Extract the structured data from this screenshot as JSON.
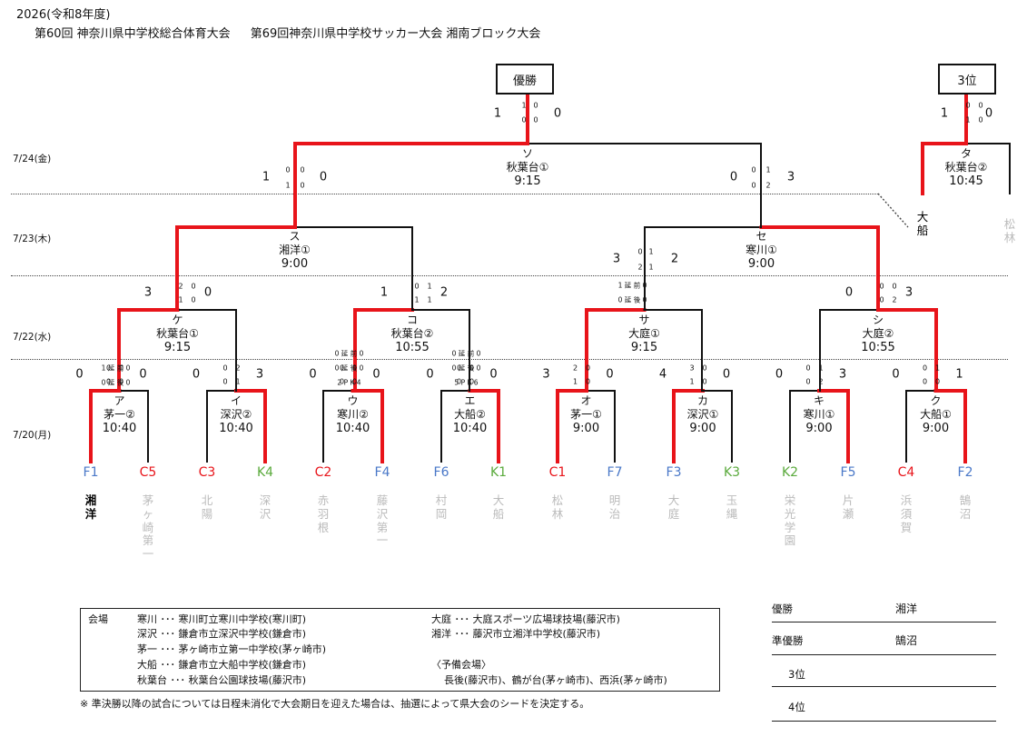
{
  "header": {
    "year": "2026(令和8年度)",
    "meet1": "第60回 神奈川県中学校総合体育大会",
    "meet2": "第69回神奈川県中学校サッカー大会 湘南ブロック大会"
  },
  "dates": [
    "7/24(金)",
    "7/23(木)",
    "7/22(水)",
    "7/20(月)"
  ],
  "colors": {
    "win": "#e8141a",
    "line": "#111111",
    "F": "#4a78c8",
    "C": "#e8141a",
    "K": "#5aaa3c"
  },
  "boxes": {
    "champion": "優勝",
    "third": "3位"
  },
  "r1": [
    {
      "id": "ア",
      "venue": "茅一②",
      "time": "10:40",
      "ls": "0",
      "lh": [
        "0",
        "0"
      ],
      "rh": [
        "0",
        "0"
      ],
      "rs": "0",
      "ek": [
        "1 延 前 0",
        "0 延 後 0"
      ],
      "win": "L"
    },
    {
      "id": "イ",
      "venue": "深沢②",
      "time": "10:40",
      "ls": "0",
      "lh": [
        "0",
        "0"
      ],
      "rh": [
        "2",
        "1"
      ],
      "rs": "3",
      "win": "R"
    },
    {
      "id": "ウ",
      "venue": "寒川②",
      "time": "10:40",
      "ls": "0",
      "lh": [
        "0",
        "0"
      ],
      "rh": [
        "0",
        "0"
      ],
      "rs": "0",
      "ek": [
        "0 延 前 0",
        "0 延 後 0",
        "2 P K 4"
      ],
      "win": "R"
    },
    {
      "id": "エ",
      "venue": "大船②",
      "time": "10:40",
      "ls": "0",
      "lh": [
        "0",
        "0"
      ],
      "rh": [
        "0",
        "0"
      ],
      "rs": "0",
      "ek": [
        "0 延 前 0",
        "0 延 後 0",
        "5 P K 6"
      ],
      "win": "R"
    },
    {
      "id": "オ",
      "venue": "茅一①",
      "time": "9:00",
      "ls": "3",
      "lh": [
        "2",
        "1"
      ],
      "rh": [
        "0",
        "0"
      ],
      "rs": "0",
      "win": "L"
    },
    {
      "id": "カ",
      "venue": "深沢①",
      "time": "9:00",
      "ls": "4",
      "lh": [
        "3",
        "1"
      ],
      "rh": [
        "0",
        "0"
      ],
      "rs": "0",
      "win": "L"
    },
    {
      "id": "キ",
      "venue": "寒川①",
      "time": "9:00",
      "ls": "0",
      "lh": [
        "0",
        "0"
      ],
      "rh": [
        "1",
        "2"
      ],
      "rs": "3",
      "win": "R"
    },
    {
      "id": "ク",
      "venue": "大船①",
      "time": "9:00",
      "ls": "0",
      "lh": [
        "0",
        "0"
      ],
      "rh": [
        "1",
        "0"
      ],
      "rs": "1",
      "win": "R"
    }
  ],
  "r2": [
    {
      "id": "ケ",
      "venue": "秋葉台①",
      "time": "9:15",
      "ls": "3",
      "lh": [
        "2",
        "1"
      ],
      "rh": [
        "0",
        "0"
      ],
      "rs": "0",
      "win": "L"
    },
    {
      "id": "コ",
      "venue": "秋葉台②",
      "time": "10:55",
      "ls": "1",
      "lh": [
        "0",
        "1"
      ],
      "rh": [
        "1",
        "1"
      ],
      "rs": "2",
      "win": "L"
    },
    {
      "id": "サ",
      "venue": "大庭①",
      "time": "9:15",
      "ls": "",
      "lh": [],
      "rh": [],
      "rs": "",
      "ek": [
        "1 延 前 0",
        "0 延 後 0"
      ],
      "win": "L"
    },
    {
      "id": "シ",
      "venue": "大庭②",
      "time": "10:55",
      "ls": "0",
      "lh": [
        "0",
        "0"
      ],
      "rh": [
        "0",
        "2"
      ],
      "rs": "3",
      "win": "R"
    }
  ],
  "r3": [
    {
      "id": "ス",
      "venue": "湘洋①",
      "time": "9:00",
      "ls": "",
      "lh": [],
      "rh": [],
      "rs": "",
      "win": "L"
    },
    {
      "id": "セ",
      "venue": "寒川①",
      "time": "9:00",
      "ls": "3",
      "lh": [
        "0",
        "2"
      ],
      "rh": [
        "1",
        "1"
      ],
      "rs": "2",
      "win": "R"
    }
  ],
  "sf": {
    "id": "ソ",
    "venue": "秋葉台①",
    "time": "9:15",
    "ls": "1",
    "lh": [
      "0",
      "1"
    ],
    "rh": [
      "0",
      "0"
    ],
    "rs": "0",
    "win": "L",
    "ls2": "0",
    "lh2": [
      "0",
      "0"
    ],
    "rh2": [
      "1",
      "2"
    ],
    "rs2": "3"
  },
  "final": {
    "ls": "1",
    "mini": [
      "1",
      "0",
      "0",
      "0"
    ],
    "rs": "0"
  },
  "third": {
    "id": "タ",
    "venue": "秋葉台②",
    "time": "10:45",
    "ls": "1",
    "mini": [
      "0",
      "0",
      "1",
      "0"
    ],
    "rs": "0",
    "left": "大船",
    "right": "松林"
  },
  "seeds": [
    {
      "code": "F1",
      "school": "湘洋",
      "status": "win"
    },
    {
      "code": "C5",
      "school": "茅ヶ崎第一",
      "status": "out"
    },
    {
      "code": "C3",
      "school": "北陽",
      "status": "out"
    },
    {
      "code": "K4",
      "school": "深沢",
      "status": "out"
    },
    {
      "code": "C2",
      "school": "赤羽根",
      "status": "out"
    },
    {
      "code": "F4",
      "school": "藤沢第一",
      "status": "out"
    },
    {
      "code": "F6",
      "school": "村岡",
      "status": "out"
    },
    {
      "code": "K1",
      "school": "大船",
      "status": "out"
    },
    {
      "code": "C1",
      "school": "松林",
      "status": "out"
    },
    {
      "code": "F7",
      "school": "明治",
      "status": "out"
    },
    {
      "code": "F3",
      "school": "大庭",
      "status": "out"
    },
    {
      "code": "K3",
      "school": "玉縄",
      "status": "out"
    },
    {
      "code": "K2",
      "school": "栄光学園",
      "status": "out"
    },
    {
      "code": "F5",
      "school": "片瀬",
      "status": "out"
    },
    {
      "code": "C4",
      "school": "浜須賀",
      "status": "out"
    },
    {
      "code": "F2",
      "school": "鵠沼",
      "status": "out"
    }
  ],
  "venues": {
    "title": "会場",
    "left": [
      "寒川 ･･･ 寒川町立寒川中学校(寒川町)",
      "深沢 ･･･ 鎌倉市立深沢中学校(鎌倉市)",
      "茅一 ･･･ 茅ヶ崎市立第一中学校(茅ヶ崎市)",
      "大船 ･･･ 鎌倉市立大船中学校(鎌倉市)",
      "秋葉台 ･･･ 秋葉台公園球技場(藤沢市)"
    ],
    "right": [
      "大庭 ･･･ 大庭スポーツ広場球技場(藤沢市)",
      "湘洋 ･･･ 藤沢市立湘洋中学校(藤沢市)"
    ],
    "reserve_title": "〈予備会場〉",
    "reserve": "長後(藤沢市)、鶴が台(茅ヶ崎市)、西浜(茅ヶ崎市)"
  },
  "note": "※ 準決勝以降の試合については日程未消化で大会期日を迎えた場合は、抽選によって県大会のシードを決定する。",
  "results": [
    {
      "label": "優勝",
      "value": "湘洋"
    },
    {
      "label": "準優勝",
      "value": "鵠沼"
    },
    {
      "label": "3位",
      "value": ""
    },
    {
      "label": "4位",
      "value": ""
    }
  ]
}
